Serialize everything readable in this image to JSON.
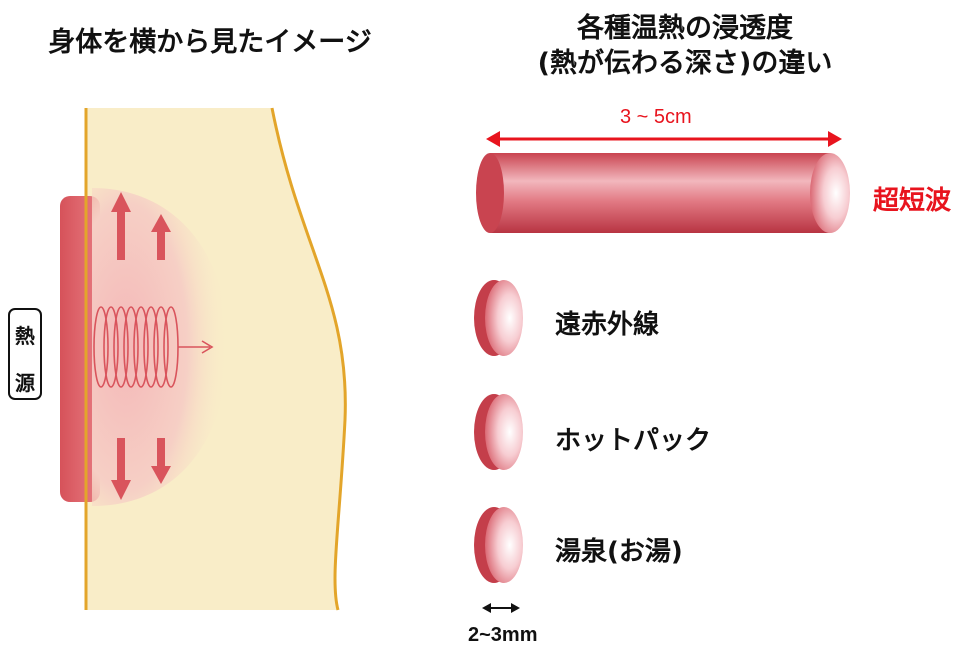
{
  "left_panel": {
    "title": "身体を横から見たイメージ",
    "heat_source_char1": "熱",
    "heat_source_char2": "源"
  },
  "right_panel": {
    "title_line1": "各種温熱の浸透度",
    "title_line2": "(熱が伝わる深さ)の違い",
    "depth_range_label": "3 ~ 5cm",
    "items": [
      {
        "label": "超短波"
      },
      {
        "label": "遠赤外線"
      },
      {
        "label": "ホットパック"
      },
      {
        "label": "湯泉(お湯)"
      }
    ],
    "thickness_label": "2~3mm"
  },
  "colors": {
    "body_fill": "#f9edc8",
    "body_edge": "#e3a52a",
    "heat_red": "#d9545c",
    "arrow_red": "#e8141e"
  }
}
